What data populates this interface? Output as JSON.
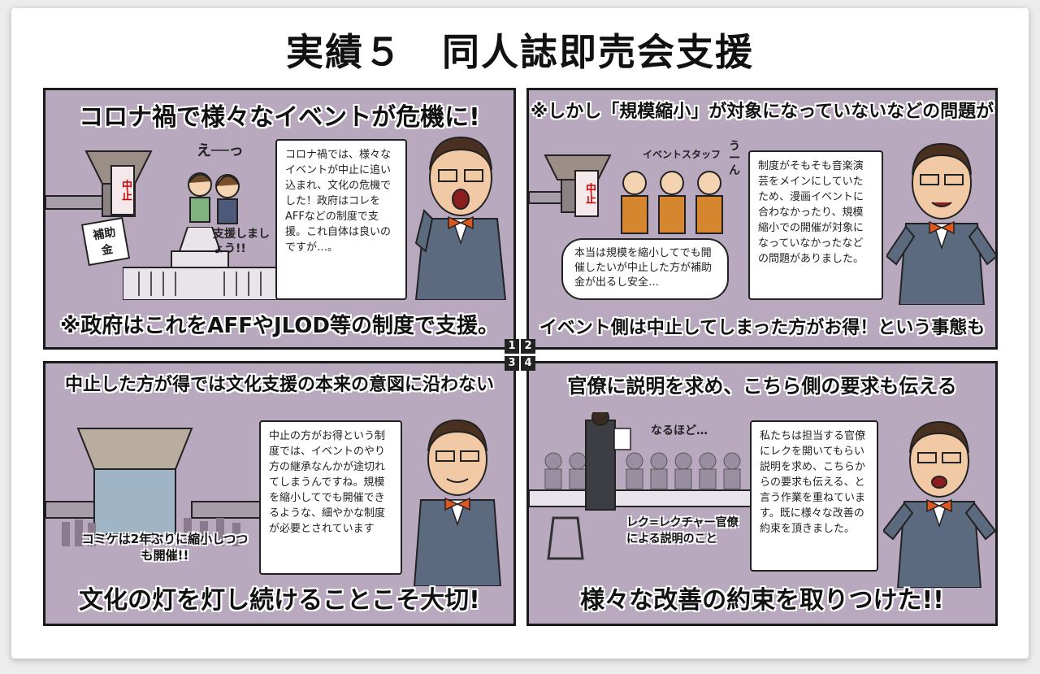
{
  "title": "実績５　同人誌即売会支援",
  "panel_numbers": [
    "1",
    "2",
    "3",
    "4"
  ],
  "panels": [
    {
      "header": "コロナ禍で様々なイベントが危機に!",
      "footer": "※政府はこれをAFFやJLOD等の制度で支援。",
      "bubble": "コロナ禍では、様々なイベントが中止に追い込まれ、文化の危機でした！政府はコレをAFFなどの制度で支援。これ自体は良いのですが…。",
      "sfx_eh": "え──っ",
      "sfx_support": "支援しましょう!!",
      "sign_cancel": "中止",
      "sign_subsidy": "補助金"
    },
    {
      "header": "※しかし「規模縮小」が対象になっていないなどの問題が",
      "footer": "イベント側は中止してしまった方がお得！という事態も",
      "bubble": "制度がそもそも音楽演芸をメインにしていたため、漫画イベントに合わなかったり、規模縮小での開催が対象になっていなかったなどの問題がありました。",
      "staff_label": "イベントスタッフ",
      "sfx_uun": "うーん",
      "staff_thought": "本当は規模を縮小してでも開催したいが中止した方が補助金が出るし安全…",
      "sign_cancel": "中止"
    },
    {
      "header": "中止した方が得では文化支援の本来の意図に沿わない",
      "footer": "文化の灯を灯し続けることこそ大切!",
      "bubble": "中止の方がお得という制度では、イベントのやり方の継承なんかが途切れてしまうんですね。規模を縮小してでも開催できるような、細やかな制度が必要とされています",
      "comiket_note": "コミケは2年ぶりに縮小しつつも開催!!"
    },
    {
      "header": "官僚に説明を求め、こちら側の要求も伝える",
      "footer": "様々な改善の約束を取りつけた!!",
      "bubble": "私たちは担当する官僚にレクを開いてもらい説明を求め、こちらからの要求も伝える、と言う作業を重ねています。既に様々な改善の約束を頂きました。",
      "sfx_naruhodo": "なるほど…",
      "lecture_note": "レク=レクチャー官僚による説明のこと"
    }
  ],
  "colors": {
    "panel_bg": "#b9a9bf",
    "border": "#1a1a1a",
    "suit": "#5b6a7e",
    "bowtie": "#e0561f"
  }
}
